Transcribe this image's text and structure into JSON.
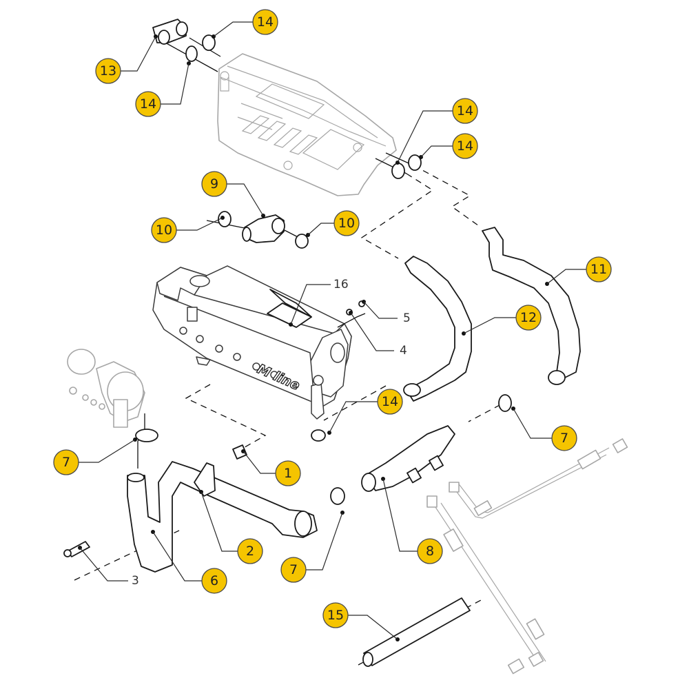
{
  "diagram": {
    "title": "",
    "balloon_color": "#f5c400",
    "engine_label": "M line",
    "callouts": [
      {
        "id": "c13",
        "label": "13",
        "style": "balloon",
        "part": "elbow-hose"
      },
      {
        "id": "c14a",
        "label": "14",
        "style": "balloon",
        "part": "hose-clamp"
      },
      {
        "id": "c14b",
        "label": "14",
        "style": "balloon",
        "part": "hose-clamp"
      },
      {
        "id": "c14c",
        "label": "14",
        "style": "balloon",
        "part": "hose-clamp"
      },
      {
        "id": "c14d",
        "label": "14",
        "style": "balloon",
        "part": "hose-clamp"
      },
      {
        "id": "c9",
        "label": "9",
        "style": "balloon",
        "part": "elbow-connector"
      },
      {
        "id": "c10a",
        "label": "10",
        "style": "balloon",
        "part": "hose-clamp"
      },
      {
        "id": "c10b",
        "label": "10",
        "style": "balloon",
        "part": "hose-clamp"
      },
      {
        "id": "c11",
        "label": "11",
        "style": "balloon",
        "part": "coolant-hose"
      },
      {
        "id": "c16",
        "label": "16",
        "style": "plain",
        "part": "label-plate"
      },
      {
        "id": "c5",
        "label": "5",
        "style": "plain",
        "part": "nut"
      },
      {
        "id": "c4",
        "label": "4",
        "style": "plain",
        "part": "washer"
      },
      {
        "id": "c12",
        "label": "12",
        "style": "balloon",
        "part": "coolant-hose"
      },
      {
        "id": "c14e",
        "label": "14",
        "style": "balloon",
        "part": "hose-clamp"
      },
      {
        "id": "c7a",
        "label": "7",
        "style": "balloon",
        "part": "hose-clamp"
      },
      {
        "id": "c7b",
        "label": "7",
        "style": "balloon",
        "part": "hose-clamp"
      },
      {
        "id": "c1",
        "label": "1",
        "style": "balloon",
        "part": "spacer"
      },
      {
        "id": "c2",
        "label": "2",
        "style": "balloon",
        "part": "pipe-bracket"
      },
      {
        "id": "c3",
        "label": "3",
        "style": "plain",
        "part": "bolt"
      },
      {
        "id": "c6",
        "label": "6",
        "style": "balloon",
        "part": "water-pipe"
      },
      {
        "id": "c7c",
        "label": "7",
        "style": "balloon",
        "part": "hose-clamp"
      },
      {
        "id": "c8",
        "label": "8",
        "style": "balloon",
        "part": "thermostat-housing"
      },
      {
        "id": "c15",
        "label": "15",
        "style": "balloon",
        "part": "tube"
      }
    ]
  }
}
